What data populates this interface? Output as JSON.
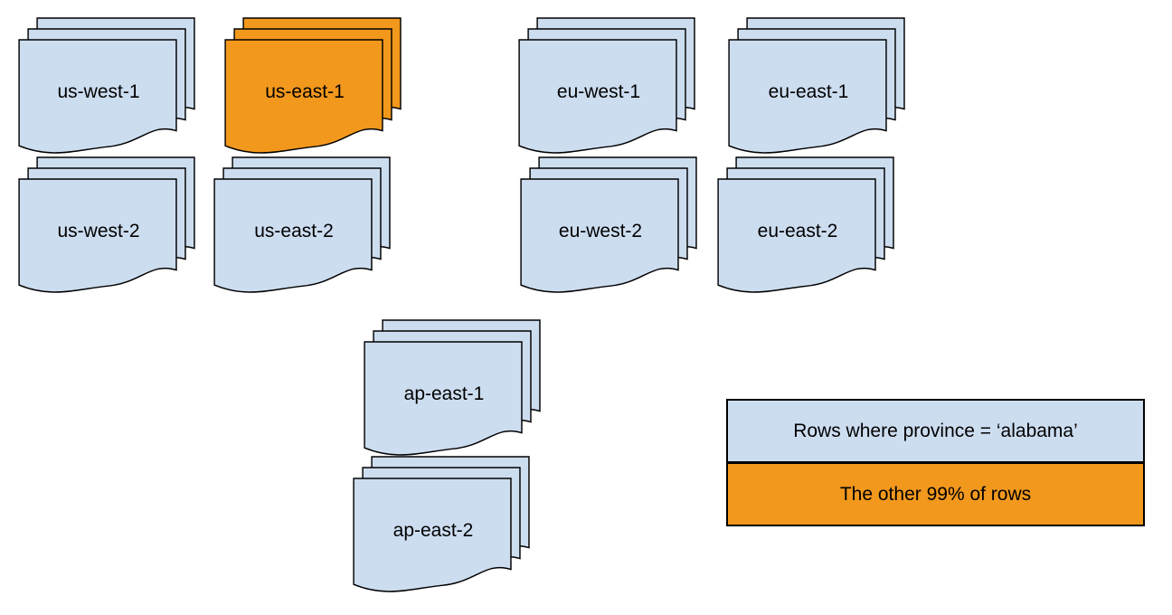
{
  "colors": {
    "region_default": "#cdddf0",
    "region_highlight": "#f2981d",
    "outline": "#000000",
    "background": "#ffffff"
  },
  "stacks": [
    {
      "id": "us-west-1",
      "label": "us-west-1",
      "highlight": false
    },
    {
      "id": "us-east-1",
      "label": "us-east-1",
      "highlight": true
    },
    {
      "id": "eu-west-1",
      "label": "eu-west-1",
      "highlight": false
    },
    {
      "id": "eu-east-1",
      "label": "eu-east-1",
      "highlight": false
    },
    {
      "id": "us-west-2",
      "label": "us-west-2",
      "highlight": false
    },
    {
      "id": "us-east-2",
      "label": "us-east-2",
      "highlight": false
    },
    {
      "id": "eu-west-2",
      "label": "eu-west-2",
      "highlight": false
    },
    {
      "id": "eu-east-2",
      "label": "eu-east-2",
      "highlight": false
    },
    {
      "id": "ap-east-1",
      "label": "ap-east-1",
      "highlight": false
    },
    {
      "id": "ap-east-2",
      "label": "ap-east-2",
      "highlight": false
    }
  ],
  "legend": {
    "items": [
      {
        "label": "Rows where province = ‘alabama’",
        "color": "#cdddf0"
      },
      {
        "label": "The other 99% of rows",
        "color": "#f2981d"
      }
    ]
  }
}
